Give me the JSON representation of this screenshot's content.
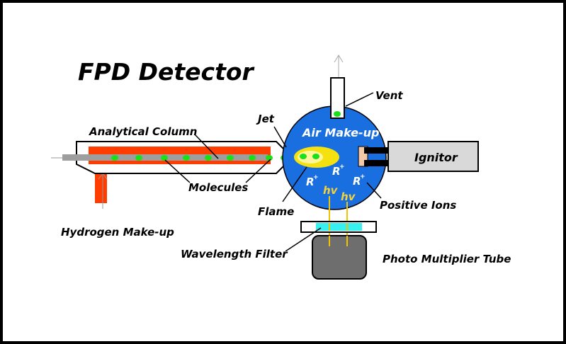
{
  "title": "FPD Detector",
  "labels": {
    "vent": "Vent",
    "jet": "Jet",
    "air_makeup": "Air Make-up",
    "ignitor": "Ignitor",
    "analytical_column": "Analytical Column",
    "molecules": "Molecules",
    "flame": "Flame",
    "positive_ions": "Positive Ions",
    "hydrogen_makeup": "Hydrogen Make-up",
    "wavelength_filter": "Wavelength Filter",
    "pmt": "Photo Multiplier Tube"
  },
  "ion_label": "R",
  "ion_charge": "+",
  "photon_label": "hv",
  "colors": {
    "background": "#ffffff",
    "border": "#000000",
    "detector_body": "#1a6fe0",
    "column_outer": "#ff3d00",
    "column_inner": "#9e9e9e",
    "molecule": "#19e019",
    "flame_outer": "#f5e10f",
    "flame_inner": "#fff59d",
    "ignitor_box": "#d9d9d9",
    "ignitor_tip": "#f4c9a8",
    "filter": "#38f0f0",
    "pmt": "#6e6e6e",
    "photon_line": "#f2c400"
  }
}
